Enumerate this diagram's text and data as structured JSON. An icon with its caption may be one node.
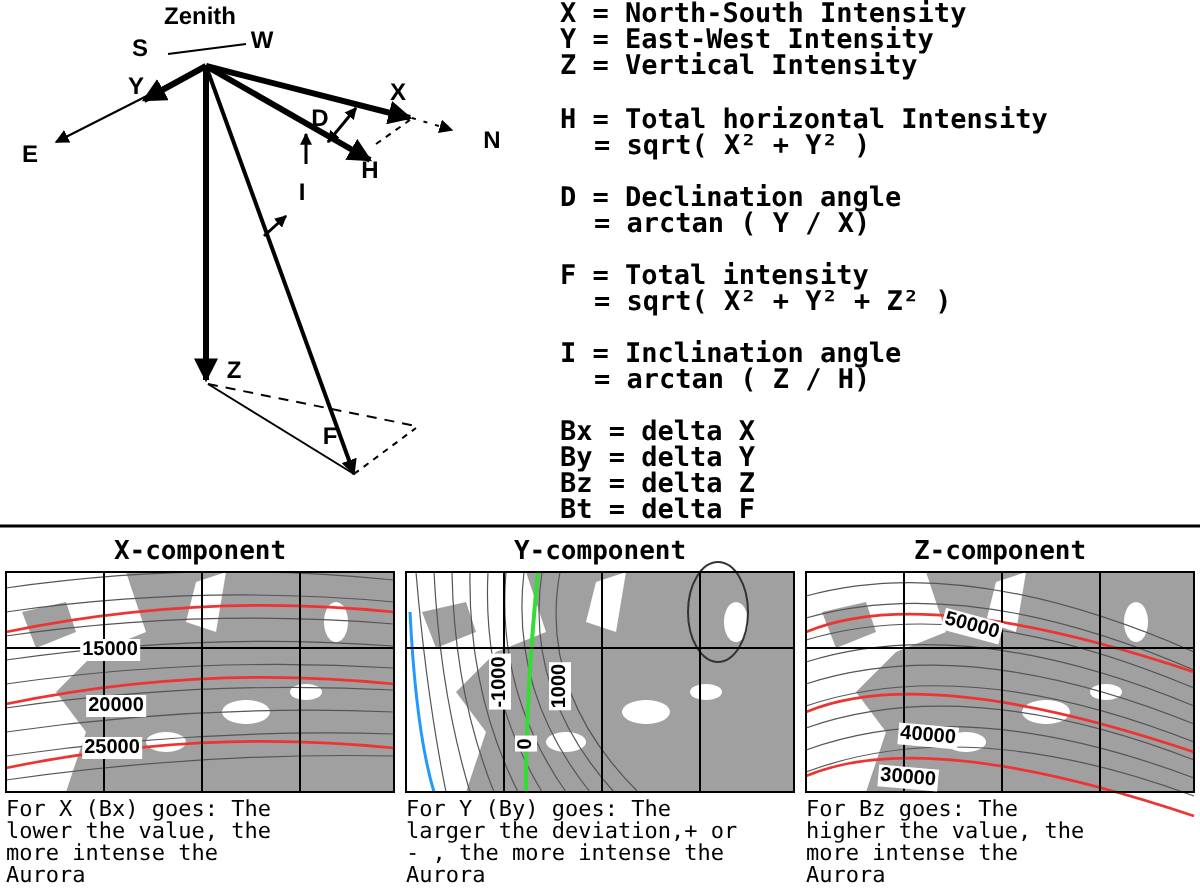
{
  "diagram": {
    "labels": [
      "Zenith",
      "S",
      "W",
      "Y",
      "X",
      "D",
      "N",
      "E",
      "H",
      "I",
      "Z",
      "F",
      "X = North-South Intensity",
      "Y = East-West Intensity",
      "Z = Vertical Intensity",
      "H = Total horizontal Intensity",
      "= sqrt( X² + Y² )",
      "D = Declination angle",
      "= arctan ( Y / X)",
      "F = Total intensity",
      "= sqrt( X² + Y² + Z² )",
      "I = Inclination angle",
      "= arctan ( Z / H)",
      "Bx = delta X",
      "By = delta Y",
      "Bz = delta Z",
      "Bt = delta F",
      "X-component",
      "Y-component",
      "Z-component",
      "15000",
      "20000",
      "25000",
      "-1000",
      "0",
      "1000",
      "50000",
      "40000",
      "30000",
      "For X (Bx) goes: The lower the value, the more intense the Aurora",
      "For Y (By) goes: The larger the deviation,+ or - , the more intense the Aurora",
      "For Bz goes: The higher the value, the more intense the Aurora"
    ]
  }
}
